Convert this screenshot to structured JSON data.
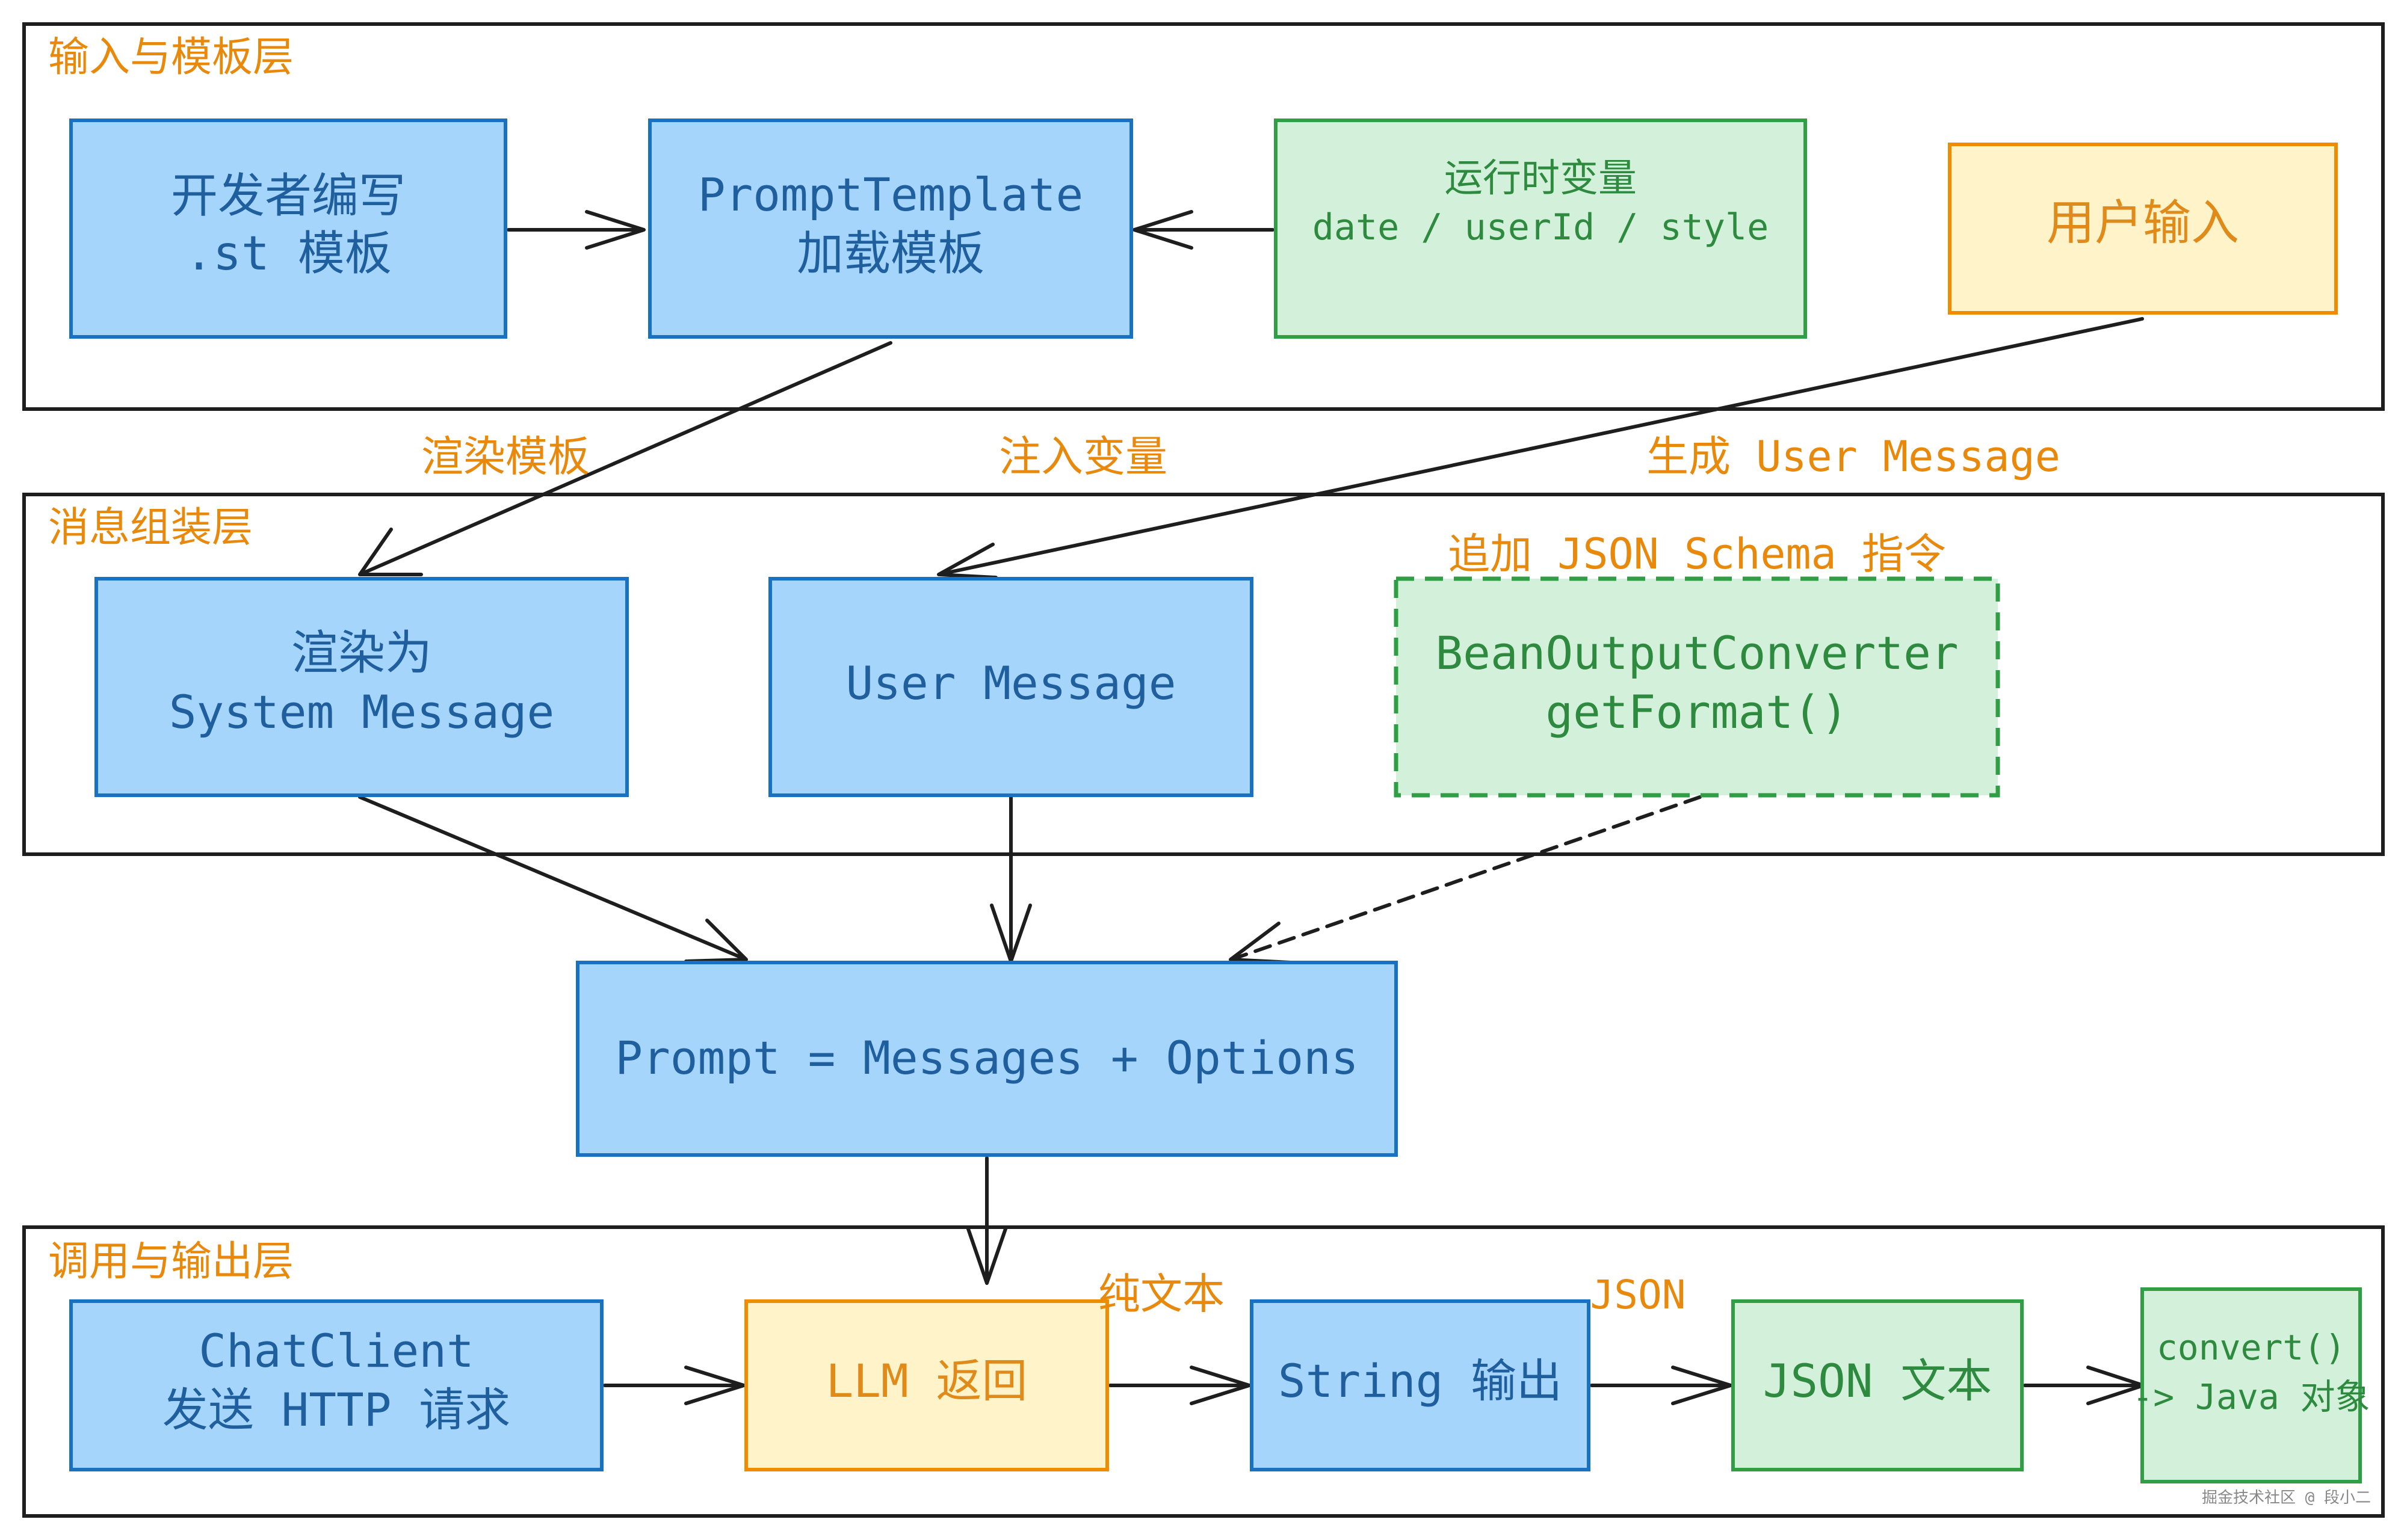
{
  "layers": {
    "input": "输入与模板层",
    "assembly": "消息组装层",
    "invoke": "调用与输出层"
  },
  "nodes": {
    "developer": [
      "开发者编写",
      ".st 模板"
    ],
    "prompt_template": [
      "PromptTemplate",
      "加载模板"
    ],
    "runtime_vars": [
      "运行时变量",
      "date / userId / style"
    ],
    "user_input": [
      "用户输入"
    ],
    "system_message": [
      "渲染为",
      "System Message"
    ],
    "user_message": [
      "User Message"
    ],
    "bean_converter": [
      "BeanOutputConverter",
      "getFormat()"
    ],
    "prompt": [
      "Prompt = Messages + Options"
    ],
    "chat_client": [
      "ChatClient",
      "发送 HTTP 请求"
    ],
    "llm_return": [
      "LLM 返回"
    ],
    "string_output": [
      "String 输出"
    ],
    "json_text": [
      "JSON 文本"
    ],
    "java_object": [
      "convert()",
      "-> Java 对象"
    ]
  },
  "edge_labels": {
    "render_template": "渲染模板",
    "inject_vars": "注入变量",
    "gen_user_msg": "生成 User Message",
    "append_schema": "追加 JSON Schema 指令",
    "plain_text": "纯文本",
    "json": "JSON"
  },
  "watermark": "掘金技术社区 @ 段小二",
  "colors": {
    "blue_fill": "#a6d5fb",
    "blue_stroke": "#1971c2",
    "green_fill": "#d3f0da",
    "green_stroke": "#2f9e44",
    "yellow_fill": "#fff3c9",
    "yellow_stroke": "#f08c00",
    "label_orange": "#e8890c",
    "line": "#1e1e1e"
  }
}
